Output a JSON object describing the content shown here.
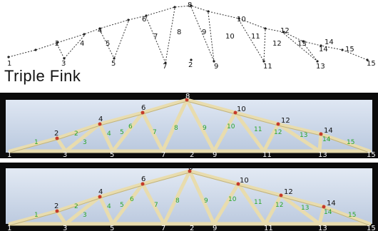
{
  "title": "Triple Fink",
  "colors": {
    "line": "#333333",
    "node": "#222222",
    "stick": "#e8dcae",
    "stick_edge": "#b0a36a",
    "sky": "#cfd9ea",
    "photo_bg": "#0b0b0b",
    "photo_label": "#ffffff",
    "member_label": "#2aa52a",
    "joint_marker": "#c53a2a"
  },
  "diagram": {
    "labels": [
      "1",
      "2",
      "3",
      "4",
      "4",
      "5",
      "5",
      "6",
      "7",
      "7",
      "8",
      "8",
      "9",
      "9",
      "10",
      "10",
      "11",
      "11",
      "12",
      "12",
      "13",
      "13",
      "14",
      "14",
      "15",
      "15",
      "2"
    ]
  },
  "photo1": {
    "joint_labels": [
      "1",
      "3",
      "5",
      "7",
      "2",
      "9",
      "11",
      "13",
      "15",
      "2",
      "4",
      "6",
      "8",
      "10",
      "12",
      "14"
    ],
    "member_labels": [
      "1",
      "2",
      "3",
      "4",
      "5",
      "6",
      "7",
      "8",
      "9",
      "10",
      "11",
      "12",
      "13",
      "14",
      "15"
    ]
  },
  "photo2": {
    "joint_labels": [
      "1",
      "3",
      "5",
      "7",
      "2",
      "9",
      "11",
      "13",
      "15",
      "2",
      "4",
      "6",
      "8",
      "10",
      "12",
      "14"
    ],
    "member_labels": [
      "1",
      "2",
      "3",
      "4",
      "5",
      "6",
      "7",
      "8",
      "9",
      "10",
      "11",
      "12",
      "13",
      "14",
      "15"
    ]
  }
}
